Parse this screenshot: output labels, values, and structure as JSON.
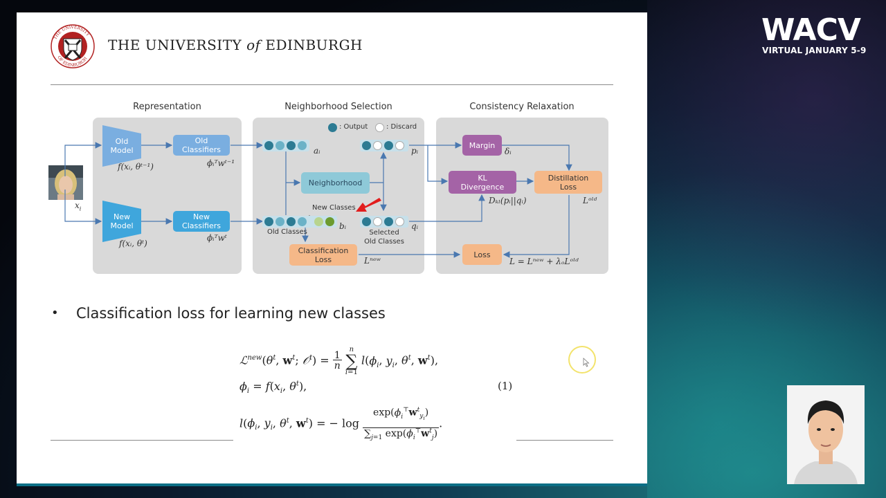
{
  "header": {
    "university_pre": "THE UNIVERSITY",
    "university_of": "of",
    "university_post": "EDINBURGH",
    "seal_text_top": "THE UNIVERSITY",
    "seal_text_bottom": "OF EDINBURGH"
  },
  "diagram": {
    "sections": {
      "representation": "Representation",
      "neighborhood": "Neighborhood Selection",
      "consistency": "Consistency Relaxation"
    },
    "legend": {
      "output": ": Output",
      "discard": ": Discard"
    },
    "boxes": {
      "old_model": "Old\nModel",
      "new_model": "New\nModel",
      "old_classifiers": "Old\nClassifiers",
      "new_classifiers": "New\nClassifiers",
      "neighborhood": "Neighborhood",
      "classification_loss": "Classification\nLoss",
      "margin": "Margin",
      "kl_divergence": "KL\nDivergence",
      "distillation_loss": "Distillation\nLoss",
      "loss": "Loss"
    },
    "labels": {
      "x_i": "x",
      "f_old": "f(xᵢ, θᵗ⁻¹)",
      "f_new": "f(xᵢ, θᵗ)",
      "phi_old": "ϕᵢᵀwᵗ⁻¹",
      "phi_new": "ϕᵢᵀwᵗ",
      "a_i": "aᵢ",
      "b_i": "bᵢ",
      "p_i": "pᵢ",
      "q_i": "qᵢ",
      "delta_i": "δᵢ",
      "new_classes": "New Classes",
      "old_classes": "Old Classes",
      "selected_old_classes": "Selected\nOld Classes",
      "l_new": "Lⁿᵉʷ",
      "l_old": "Lᵒˡᵈ",
      "dkl": "Dₖₗ(pᵢ||qᵢ)",
      "total_loss": "L = Lⁿᵉʷ + λₒLᵒˡᵈ"
    }
  },
  "bullet": {
    "text": "Classification loss for learning new classes"
  },
  "equations": {
    "eq_number": "(1)"
  },
  "brand": {
    "title": "WACV",
    "subtitle": "VIRTUAL JANUARY 5-9"
  },
  "colors": {
    "slide_bg": "#ffffff",
    "panel": "#d9d9d9",
    "dot_dark": "#2c7b93",
    "purple": "#a463a6",
    "orange": "#f5b888",
    "blue": "#3fa6dc"
  }
}
